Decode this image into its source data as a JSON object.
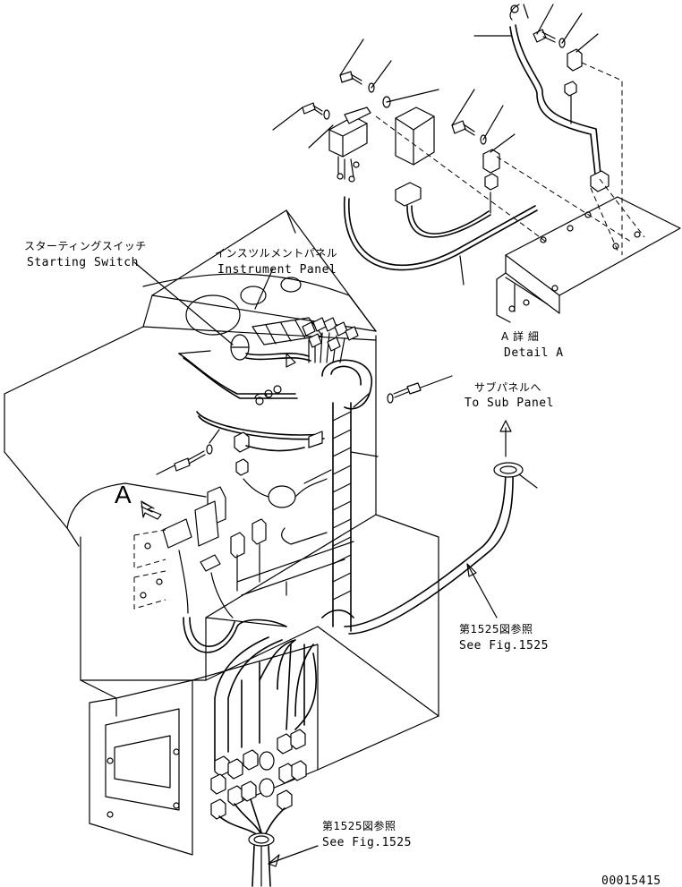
{
  "labels": {
    "starting_switch_jp": "スターティングスイッチ",
    "starting_switch_en": "Starting Switch",
    "instrument_panel_jp": "インスツルメントパネル",
    "instrument_panel_en": "Instrument Panel",
    "detail_a_jp": "A 詳 細",
    "detail_a_en": "Detail A",
    "to_sub_panel_jp": "サブパネルへ",
    "to_sub_panel_en": "To Sub Panel",
    "see_fig_1_jp": "第1525図参照",
    "see_fig_1_en": "See Fig.1525",
    "see_fig_2_jp": "第1525図参照",
    "see_fig_2_en": "See Fig.1525",
    "view_letter": "A",
    "drawing_number": "00015415"
  }
}
